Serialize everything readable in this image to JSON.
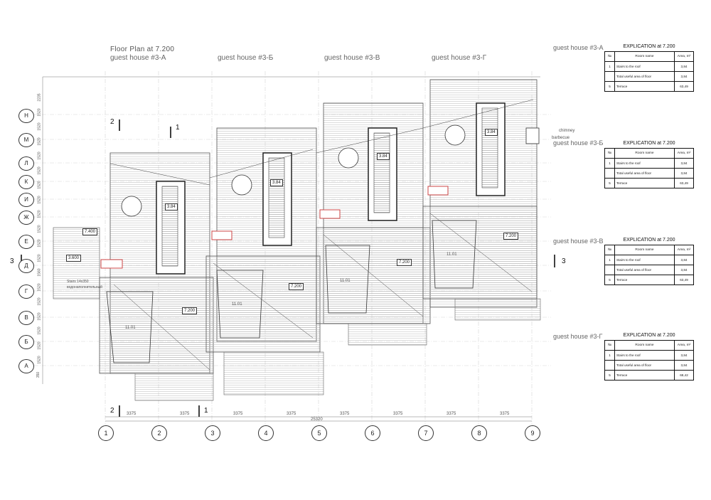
{
  "sheet": {
    "floor_plan_title": "Floor Plan at 7.200",
    "house_labels": [
      "guest house #3-А",
      "guest house #3-Б",
      "guest house #3-В",
      "guest house #3-Г"
    ],
    "column_axes": [
      "1",
      "2",
      "3",
      "4",
      "5",
      "6",
      "7",
      "8",
      "9"
    ],
    "row_axes": [
      "Н",
      "М",
      "Л",
      "К",
      "И",
      "Ж",
      "Е",
      "Д",
      "Г",
      "В",
      "Б",
      "А"
    ],
    "bay_dimension": "3375",
    "overall_dimension": "25320",
    "row_dimensions": [
      "2235",
      "1520",
      "1520",
      "1520",
      "1520",
      "1520",
      "1520",
      "1520",
      "1520",
      "1520",
      "1520",
      "1520",
      "1560",
      "1520",
      "1520",
      "1520",
      "1520",
      "1520",
      "1520",
      "350"
    ],
    "section_marks": [
      "2",
      "1",
      "3",
      "3",
      "2",
      "1"
    ],
    "room_levels": {
      "stair_top": "3.84",
      "terrace": "7.200",
      "lower_level": "11.01",
      "small_level_a": "7.400",
      "small_level_b": "3.600"
    },
    "annotations": {
      "chimney": "chimney",
      "barbecue": "barbecue",
      "left_note": "водонаполнительный",
      "stair_note": "Stairs 14х350"
    }
  },
  "explications": [
    {
      "house": "guest house #3-А",
      "title": "EXPLICATION at 7.200",
      "header": [
        "№",
        "Room name",
        "Area, m²"
      ],
      "rows": [
        {
          "n": "1",
          "name": "Stairs to the roof",
          "area": "3,84"
        },
        {
          "n": "",
          "name": "Total useful area of floor",
          "area": "3,84"
        },
        {
          "n": "5",
          "name": "Terrace",
          "area": "63,49"
        }
      ]
    },
    {
      "house": "guest house #3-Б",
      "title": "EXPLICATION at 7.200",
      "header": [
        "№",
        "Room name",
        "Area, m²"
      ],
      "rows": [
        {
          "n": "1",
          "name": "Stairs to the roof",
          "area": "3,84"
        },
        {
          "n": "",
          "name": "Total useful area of floor",
          "area": "3,84"
        },
        {
          "n": "5",
          "name": "Terrace",
          "area": "63,49"
        }
      ]
    },
    {
      "house": "guest house #3-В",
      "title": "EXPLICATION at 7.200",
      "header": [
        "№",
        "Room name",
        "Area, m²"
      ],
      "rows": [
        {
          "n": "1",
          "name": "Stairs to the roof",
          "area": "3,84"
        },
        {
          "n": "",
          "name": "Total useful area of floor",
          "area": "3,84"
        },
        {
          "n": "5",
          "name": "Terrace",
          "area": "63,49"
        }
      ]
    },
    {
      "house": "guest house #3-Г",
      "title": "EXPLICATION at 7.200",
      "header": [
        "№",
        "Room name",
        "Area, m²"
      ],
      "rows": [
        {
          "n": "1",
          "name": "Stairs to the roof",
          "area": "3,84"
        },
        {
          "n": "",
          "name": "Total useful area of floor",
          "area": "3,84"
        },
        {
          "n": "5",
          "name": "Terrace",
          "area": "68,42"
        }
      ]
    }
  ]
}
